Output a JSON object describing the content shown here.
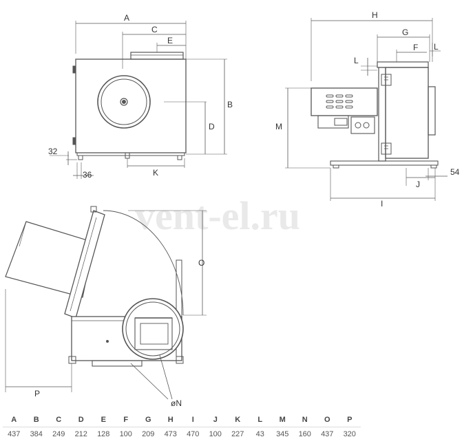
{
  "watermark": "vent-el.ru",
  "labels": {
    "A": "A",
    "B": "B",
    "C": "C",
    "D": "D",
    "E": "E",
    "F": "F",
    "G": "G",
    "H": "H",
    "I": "I",
    "J": "J",
    "K": "K",
    "L": "L",
    "M": "M",
    "O": "O",
    "P": "P",
    "phiN": "øN",
    "v32": "32",
    "v36": "36",
    "v54": "54"
  },
  "table": {
    "headers": [
      "A",
      "B",
      "C",
      "D",
      "E",
      "F",
      "G",
      "H",
      "I",
      "J",
      "K",
      "L",
      "M",
      "N",
      "O",
      "P"
    ],
    "values": [
      "437",
      "384",
      "249",
      "212",
      "128",
      "100",
      "209",
      "473",
      "470",
      "100",
      "227",
      "43",
      "345",
      "160",
      "437",
      "320"
    ]
  },
  "colors": {
    "line": "#555555",
    "thin": "#888888",
    "fill": "#ffffff",
    "dark": "#333333"
  }
}
